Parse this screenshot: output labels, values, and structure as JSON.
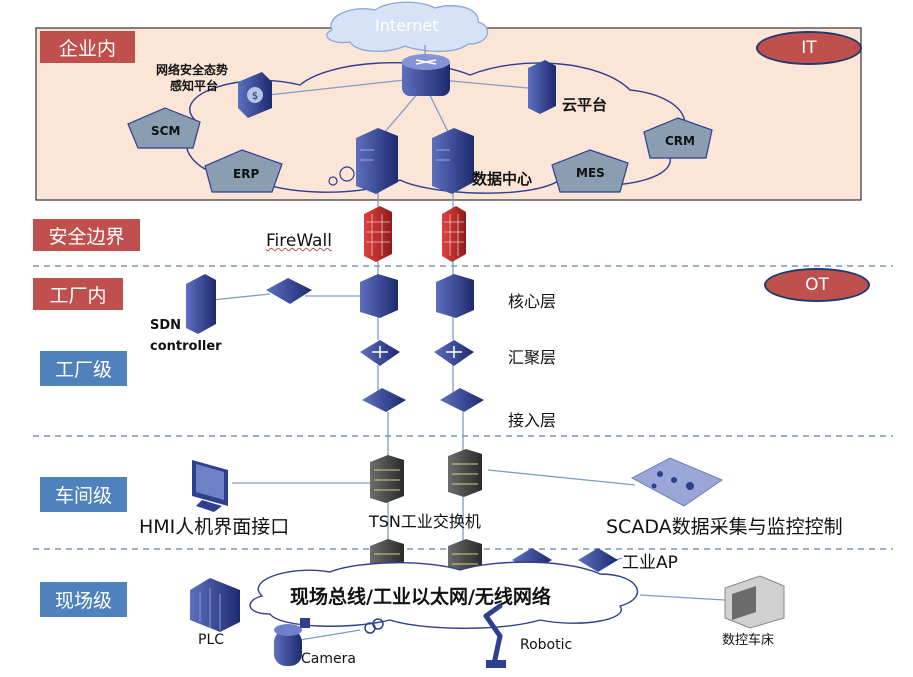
{
  "zones": {
    "enterprise": "企业内",
    "boundary": "安全边界",
    "factory_inner": "工厂内",
    "factory_level": "工厂级",
    "workshop": "车间级",
    "field": "现场级"
  },
  "badges": {
    "it": "IT",
    "ot": "OT"
  },
  "internet": "Internet",
  "enterprise_nodes": {
    "situation_line1": "网络安全态势",
    "situation_line2": "感知平台",
    "cloud_platform": "云平台",
    "scm": "SCM",
    "erp": "ERP",
    "crm": "CRM",
    "mes": "MES",
    "datacenter": "数据中心"
  },
  "firewall": "FireWall",
  "layers": {
    "core": "核心层",
    "aggregation": "汇聚层",
    "access": "接入层"
  },
  "sdn_line1": "SDN",
  "sdn_line2": "controller",
  "workshop_nodes": {
    "hmi": "HMI人机界面接口",
    "tsn": "TSN工业交换机",
    "scada": "SCADA数据采集与监控控制"
  },
  "field_nodes": {
    "network": "现场总线/工业以太网/无线网络",
    "ap": "工业AP",
    "plc": "PLC",
    "camera": "Camera",
    "robotic": "Robotic",
    "cnc": "数控车床"
  },
  "colors": {
    "zone_red": "#c0504d",
    "zone_blue": "#4f81bd",
    "enterprise_bg": "#fbe5d6",
    "device_blue": "#2e3f8f",
    "line": "#7f9cc7"
  }
}
